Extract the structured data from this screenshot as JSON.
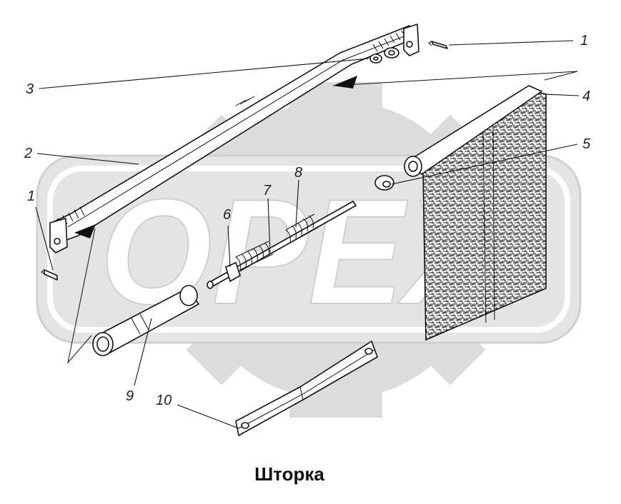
{
  "caption": "Шторка",
  "watermark_text": "OPEX",
  "colors": {
    "watermark_gray": "#d9d9d9",
    "line": "#111111"
  },
  "callouts": [
    {
      "id": "callout-1-top",
      "label": "1"
    },
    {
      "id": "callout-1-left",
      "label": "1"
    },
    {
      "id": "callout-2",
      "label": "2"
    },
    {
      "id": "callout-3",
      "label": "3"
    },
    {
      "id": "callout-4",
      "label": "4"
    },
    {
      "id": "callout-5",
      "label": "5"
    },
    {
      "id": "callout-6",
      "label": "6"
    },
    {
      "id": "callout-7",
      "label": "7"
    },
    {
      "id": "callout-8",
      "label": "8"
    },
    {
      "id": "callout-9",
      "label": "9"
    },
    {
      "id": "callout-10",
      "label": "10"
    }
  ]
}
